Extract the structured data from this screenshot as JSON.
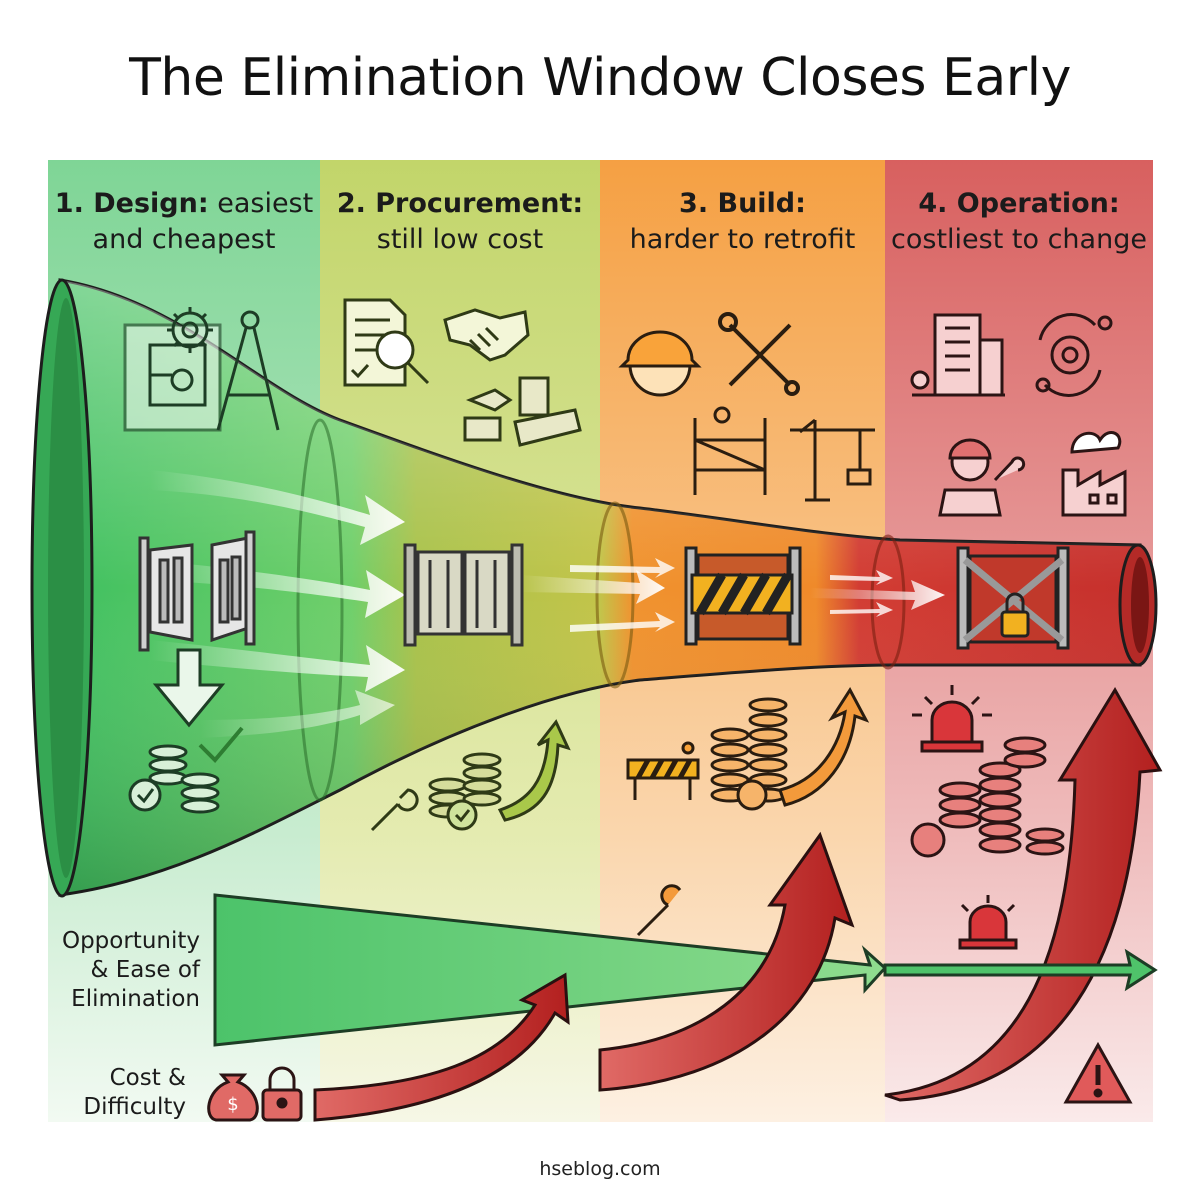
{
  "title": "The Elimination Window Closes Early",
  "phases": [
    {
      "title": "1. Design:",
      "subtitle_a": "easiest",
      "subtitle_b": "and cheapest",
      "color": "#7dd38f"
    },
    {
      "title": "2. Procurement:",
      "subtitle_b": "still low cost",
      "color": "#c9d870"
    },
    {
      "title": "3. Build:",
      "subtitle_b": "harder to retrofit",
      "color": "#f4a04a"
    },
    {
      "title": "4. Operation:",
      "subtitle_b": "costliest to change",
      "color": "#d9666a"
    }
  ],
  "labels": {
    "opportunity_line1": "Opportunity",
    "opportunity_line2": "& Ease of",
    "opportunity_line3": "Elimination",
    "cost_line1": "Cost &",
    "cost_line2": "Difficulty"
  },
  "footer": "hseblog.com",
  "icons": [
    "blueprint-icon",
    "gear-icon",
    "compass-icon",
    "gate-icon",
    "coins-icon",
    "checkmark-icon",
    "document-search-icon",
    "handshake-icon",
    "materials-icon",
    "wrench-icon",
    "hard-hat-icon",
    "tools-icon",
    "scaffold-icon",
    "crane-icon",
    "barrier-icon",
    "building-icon",
    "cycle-gears-icon",
    "worker-icon",
    "factory-icon",
    "alarm-light-icon",
    "money-bag-icon",
    "padlock-icon",
    "warning-icon"
  ]
}
